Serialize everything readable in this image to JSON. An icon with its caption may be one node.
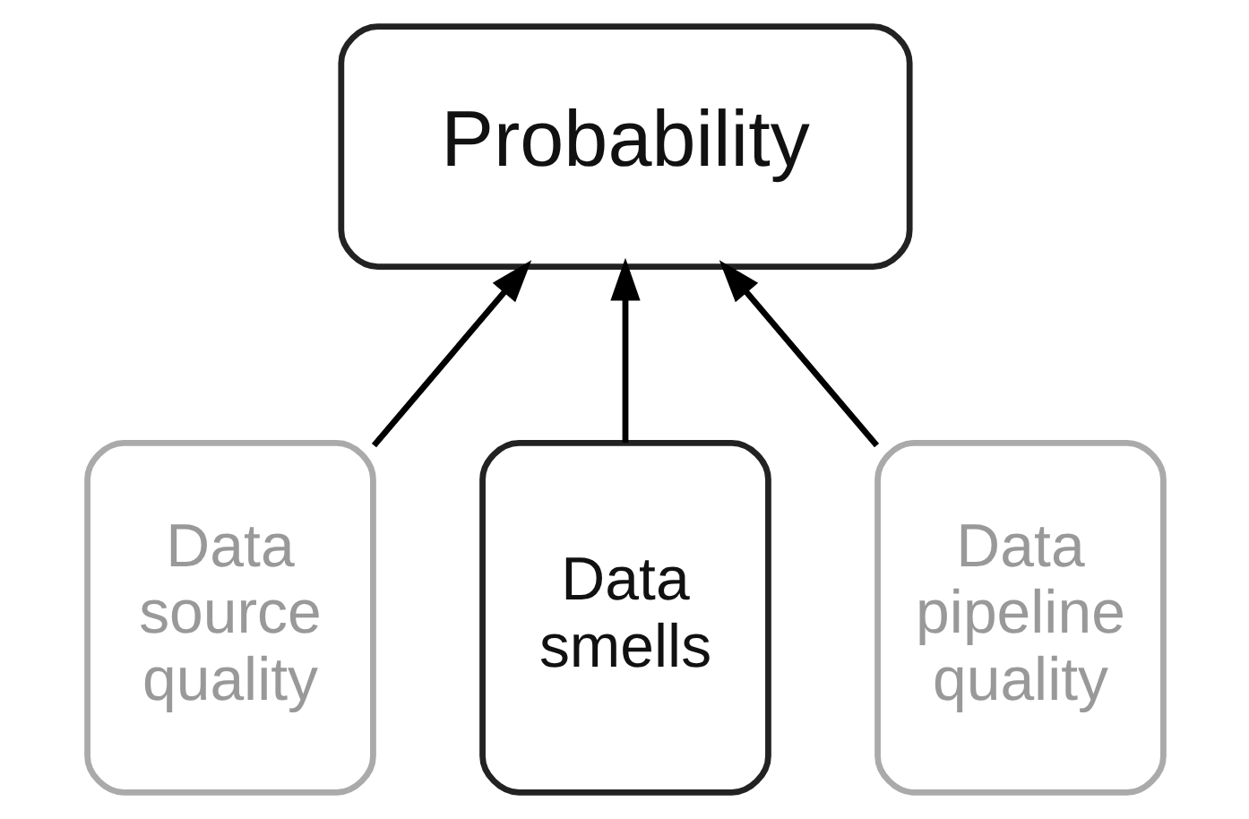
{
  "diagram": {
    "nodes": [
      {
        "text": [
          "Probability"
        ]
      },
      {
        "text": [
          "Data source quality"
        ]
      },
      {
        "text": [
          "Data smells"
        ]
      },
      {
        "text": [
          "Data pipeline quality"
        ]
      }
    ],
    "edges": [
      {
        "from": 1,
        "to": 0,
        "arrow": "to"
      },
      {
        "from": 2,
        "to": 0,
        "arrow": "to"
      },
      {
        "from": 3,
        "to": 0,
        "arrow": "to"
      }
    ]
  }
}
